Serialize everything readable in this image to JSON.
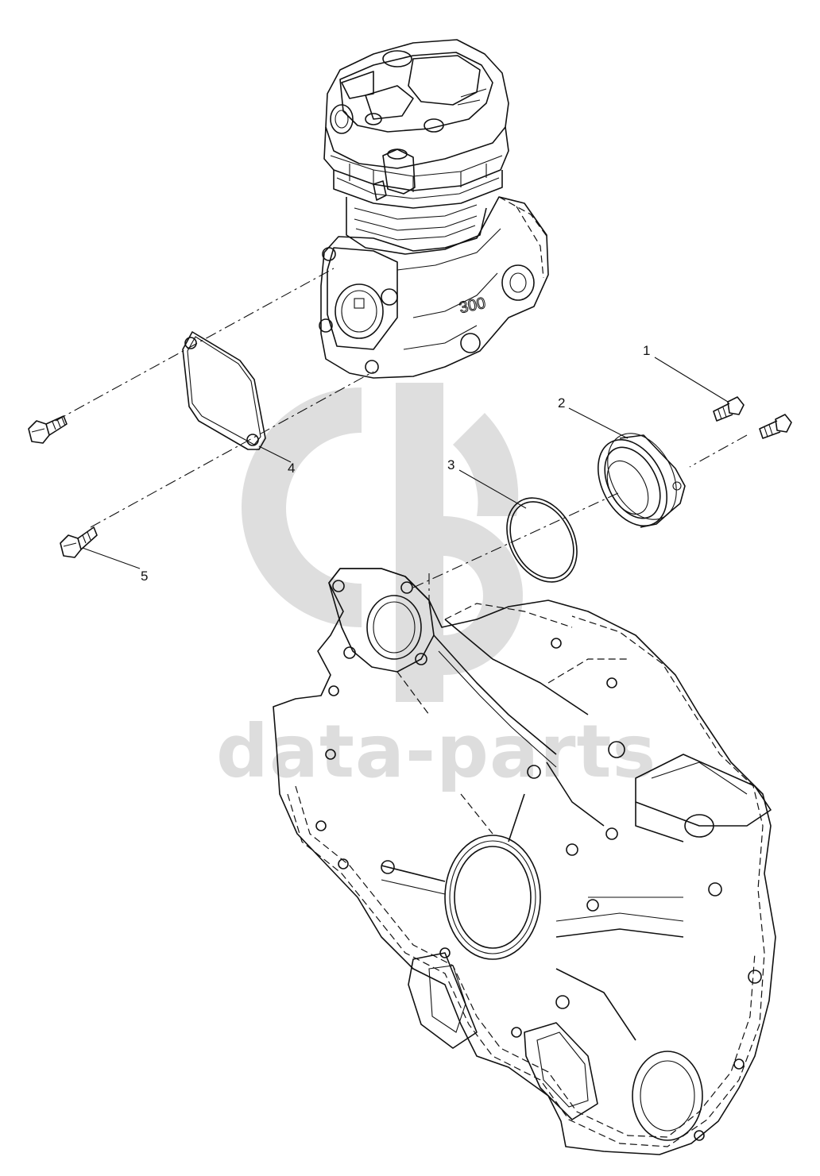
{
  "watermark": {
    "text": "data-parts"
  },
  "callouts": [
    {
      "id": "1",
      "label": "1"
    },
    {
      "id": "2",
      "label": "2"
    },
    {
      "id": "3",
      "label": "3"
    },
    {
      "id": "4",
      "label": "4"
    },
    {
      "id": "5",
      "label": "5"
    }
  ],
  "compressor": {
    "casting_marking": "300"
  }
}
